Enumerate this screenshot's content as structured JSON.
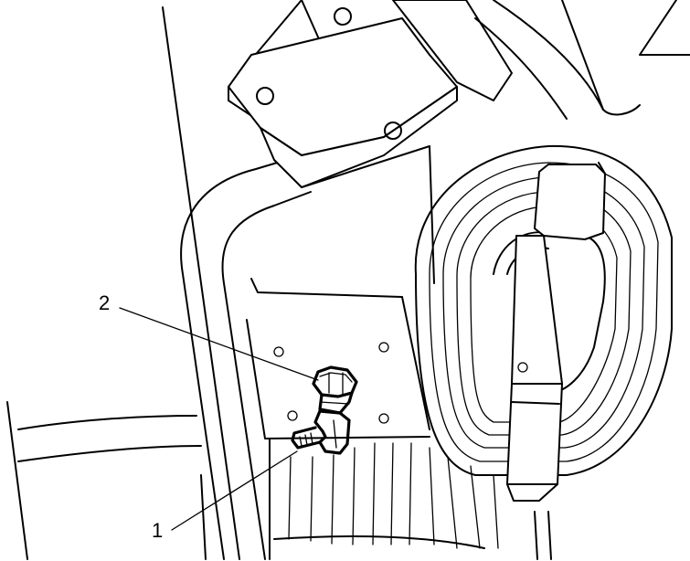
{
  "callouts": [
    {
      "number": "1",
      "target": "elbow-fitting"
    },
    {
      "number": "2",
      "target": "hose-adapter-fitting"
    }
  ]
}
